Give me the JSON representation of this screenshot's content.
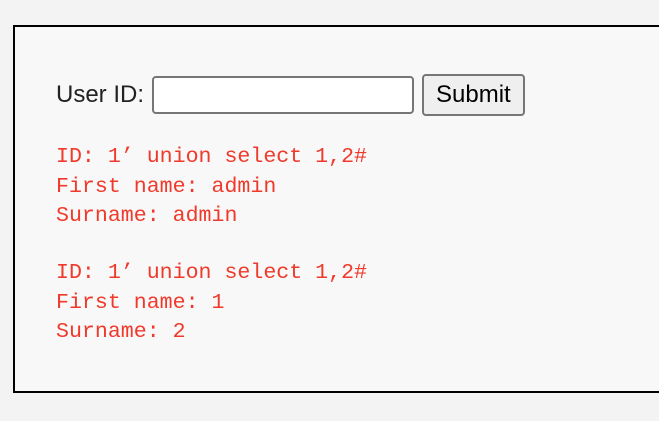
{
  "form": {
    "label": "User ID:",
    "input_value": "",
    "submit_label": "Submit"
  },
  "results": [
    {
      "id": "ID: 1’ union select 1,2#",
      "first": "First name: admin",
      "surname": "Surname: admin"
    },
    {
      "id": "ID: 1’ union select 1,2#",
      "first": "First name: 1",
      "surname": "Surname: 2"
    }
  ],
  "colors": {
    "result_text": "#f0392b",
    "panel_bg": "#f7f8f7",
    "page_bg": "#f3f3f3"
  }
}
